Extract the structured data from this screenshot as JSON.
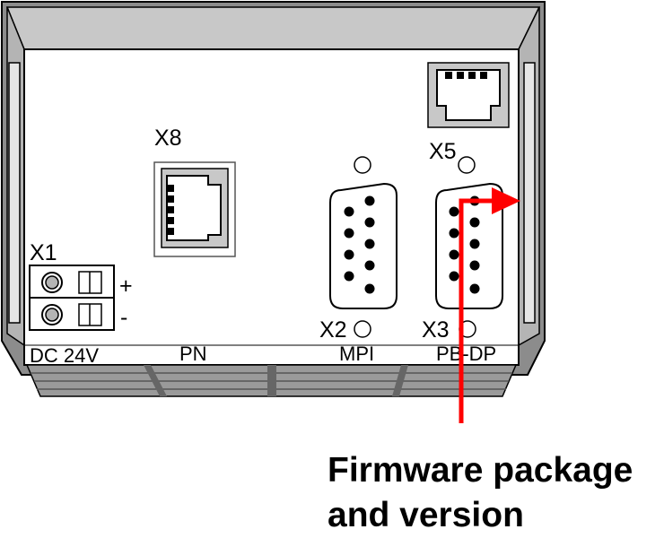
{
  "labels": {
    "x1": "X1",
    "x2": "X2",
    "x3": "X3",
    "x5": "X5",
    "x8": "X8",
    "plus": "+",
    "minus": "-",
    "dc": "DC 24V",
    "pn": "PN",
    "mpi": "MPI",
    "pbdp": "PB-DP"
  },
  "caption": {
    "line1": "Firmware package",
    "line2": "and version"
  },
  "colors": {
    "housing_dark": "#8c8c8c",
    "housing_light": "#c8c8c8",
    "panel": "#ffffff",
    "arrow": "#ff0000"
  }
}
